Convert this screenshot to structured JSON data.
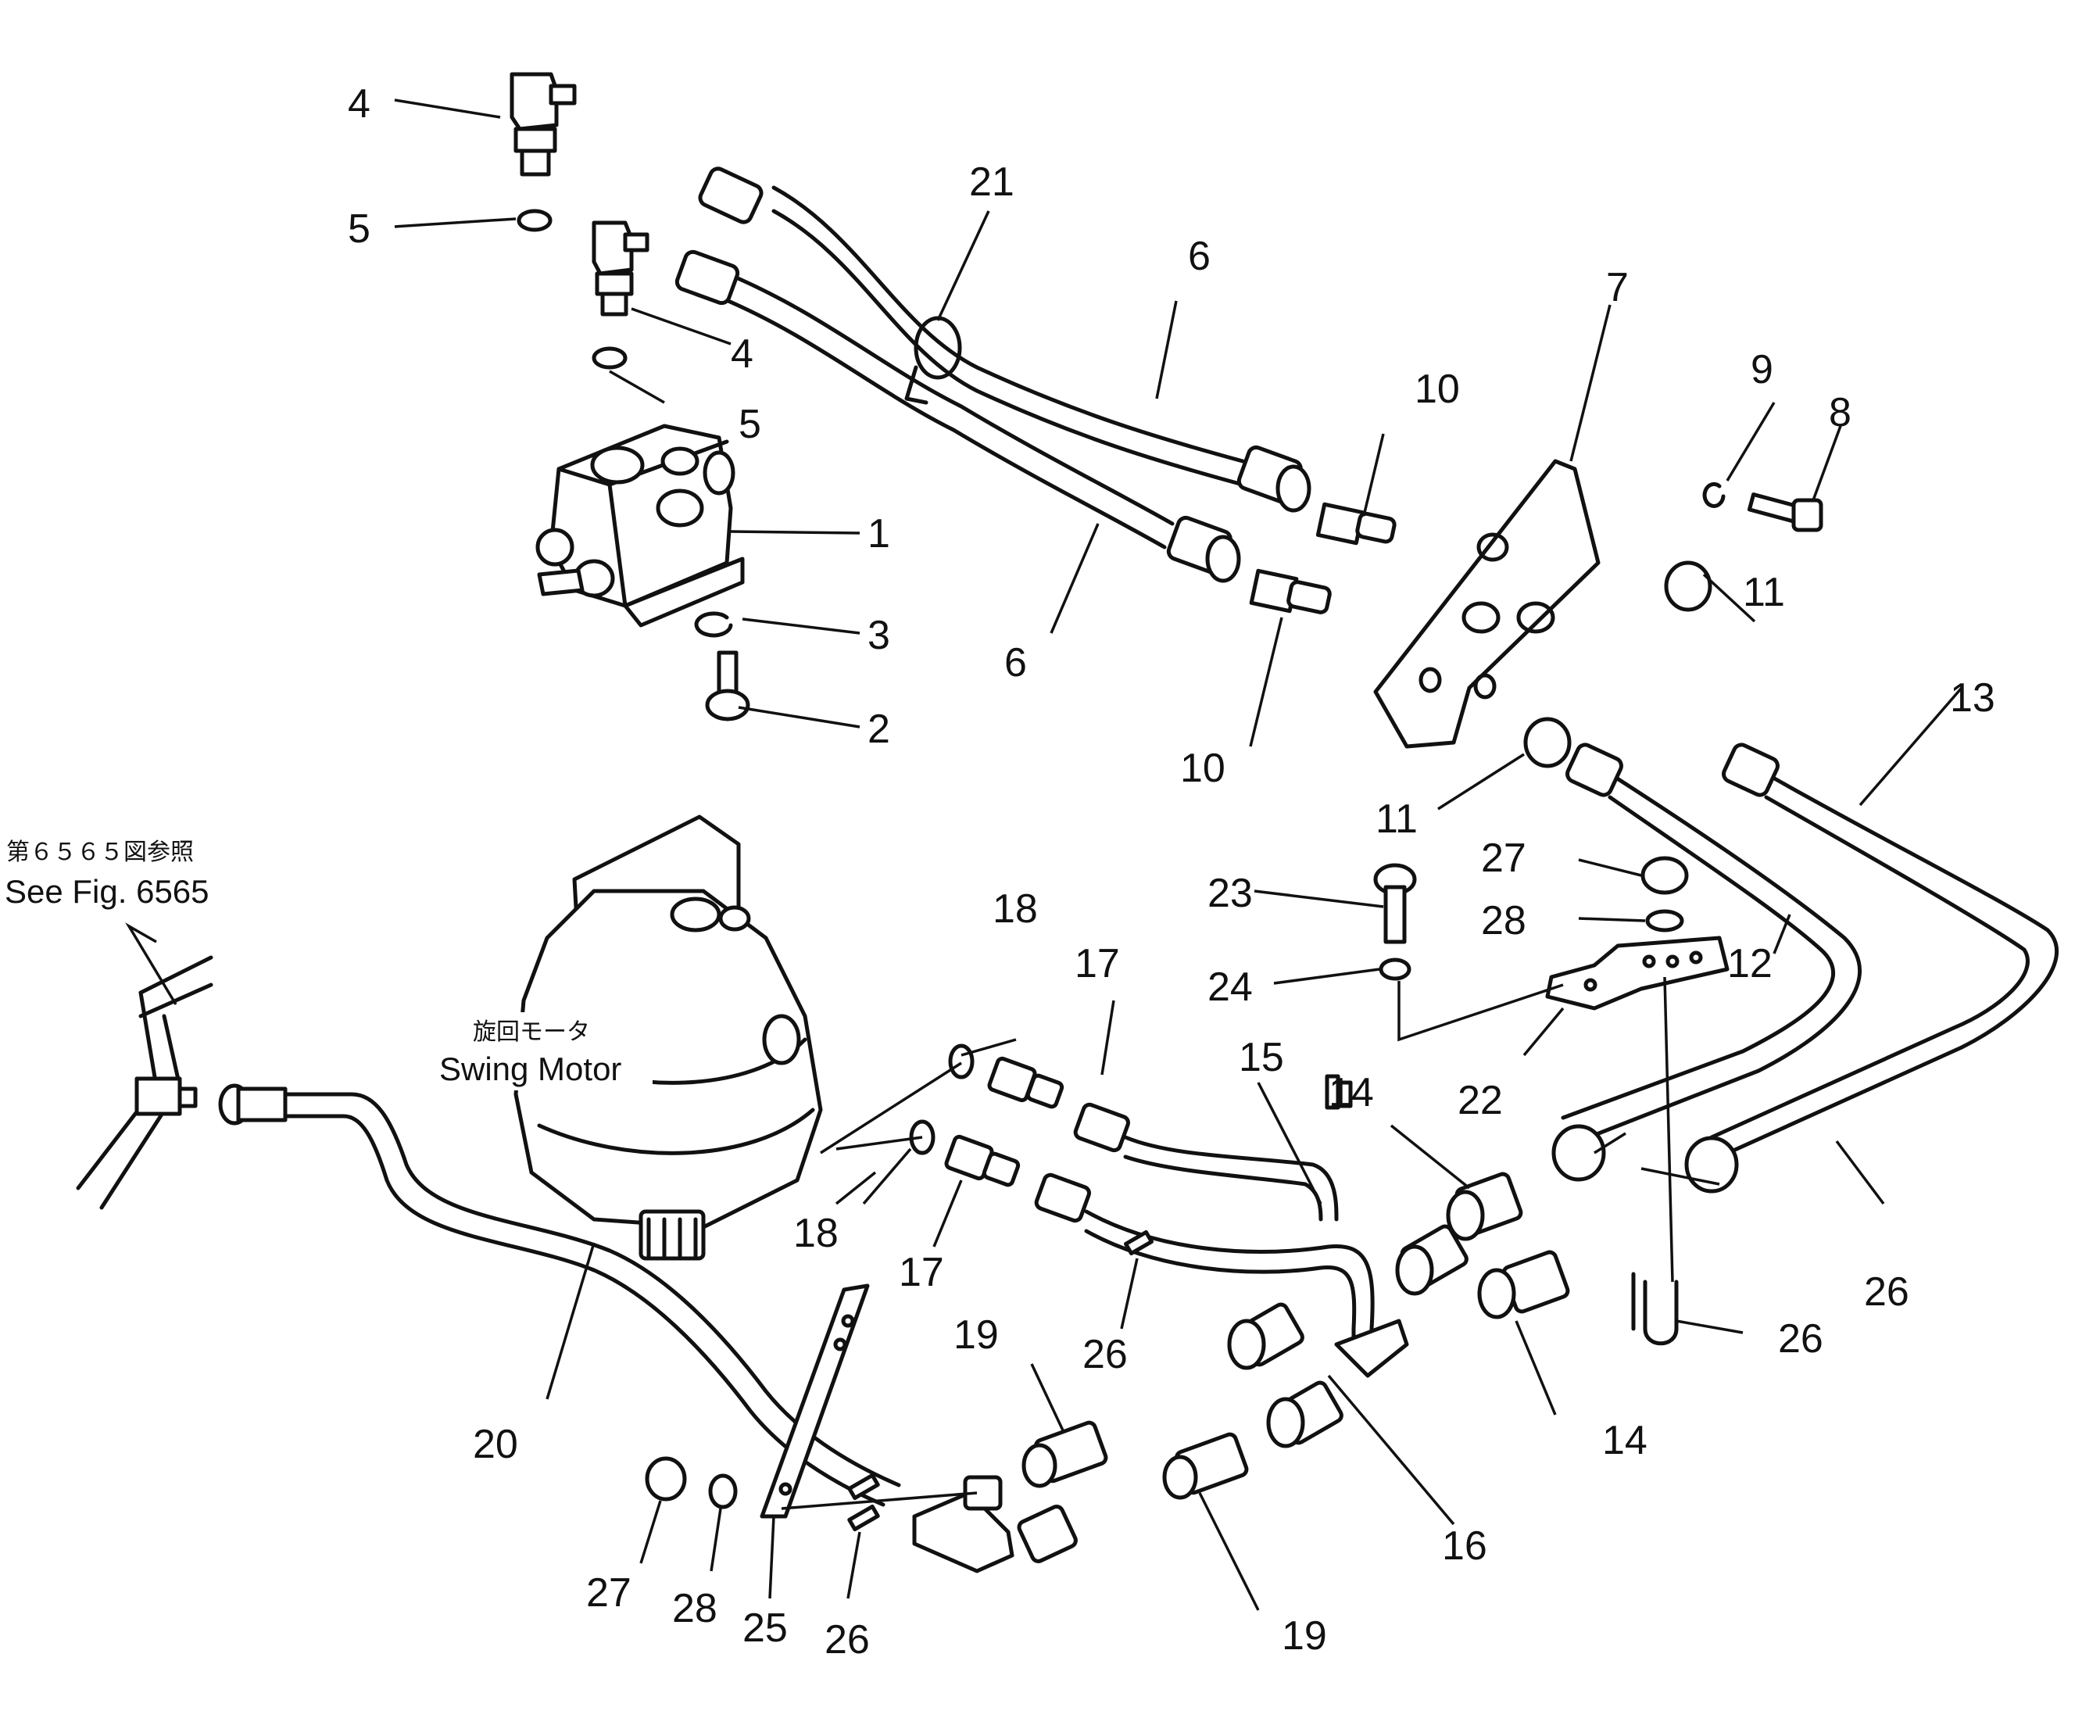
{
  "figure": {
    "reference_note_jp": "第６５６５図参照",
    "reference_note": "See Fig. 6565",
    "motor_label_jp": "旋回モータ",
    "motor_label": "Swing Motor"
  },
  "callouts": {
    "c1": "1",
    "c2": "2",
    "c3": "3",
    "c4a": "4",
    "c4b": "4",
    "c5a": "5",
    "c5b": "5",
    "c6a": "6",
    "c6b": "6",
    "c7": "7",
    "c8": "8",
    "c9": "9",
    "c10a": "10",
    "c10b": "10",
    "c11a": "11",
    "c11b": "11",
    "c12": "12",
    "c13": "13",
    "c14a": "14",
    "c14b": "14",
    "c15": "15",
    "c16": "16",
    "c17a": "17",
    "c17b": "17",
    "c18a": "18",
    "c18b": "18",
    "c19a": "19",
    "c19b": "19",
    "c20": "20",
    "c21": "21",
    "c22": "22",
    "c23": "23",
    "c24": "24",
    "c25": "25",
    "c26a": "26",
    "c26b": "26",
    "c26c": "26",
    "c26d": "26",
    "c27a": "27",
    "c27b": "27",
    "c28a": "28",
    "c28b": "28"
  }
}
